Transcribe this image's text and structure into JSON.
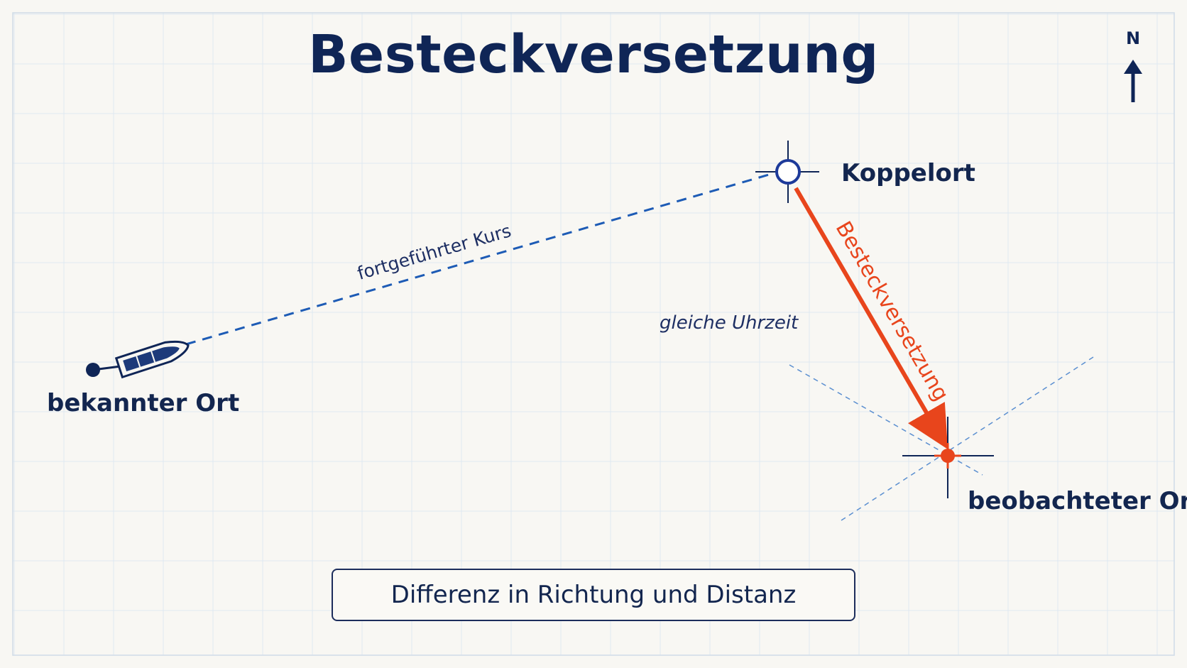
{
  "title": "Besteckversetzung",
  "north_label": "N",
  "labels": {
    "known_position": "bekannter Ort",
    "dead_reckoning": "Koppelort",
    "observed_position": "beobachteter Ort",
    "course": "fortgeführter Kurs",
    "same_time": "gleiche Uhrzeit",
    "drift": "Besteckversetzung"
  },
  "caption": "Differenz in Richtung und Distanz",
  "colors": {
    "navy": "#0f2556",
    "course_blue": "#1d5bb5",
    "drift_red": "#e8451c",
    "grid": "#dfe8f2"
  },
  "icons": {
    "boat": "boat-icon",
    "north_arrow": "north-arrow-icon",
    "dead_reckoning_marker": "open-circle-crosshair-icon",
    "observed_marker": "red-dot-crosshair-icon"
  }
}
